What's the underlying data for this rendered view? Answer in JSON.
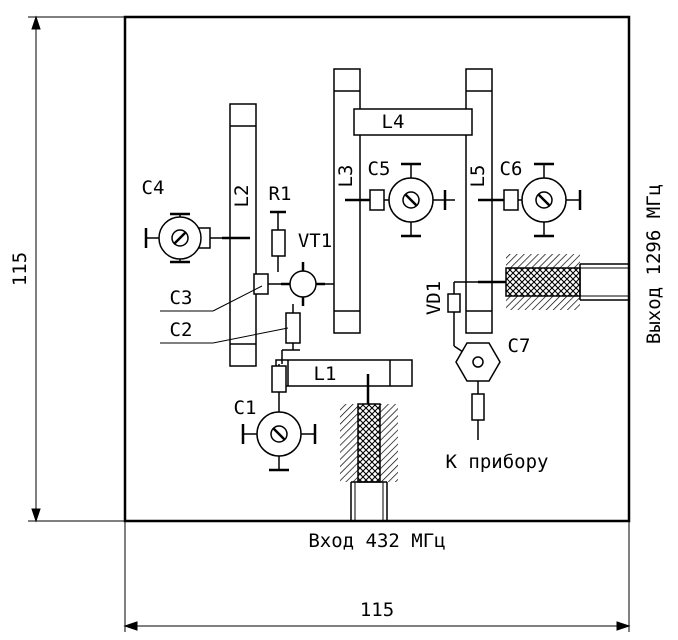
{
  "dimensions": {
    "width_label": "115",
    "height_label": "115"
  },
  "labels": {
    "input": "Вход 432 МГц",
    "output": "Выход 1296 МГц",
    "to_device": "К прибору"
  },
  "components": {
    "c1": "C1",
    "c2": "C2",
    "c3": "C3",
    "c4": "C4",
    "c5": "C5",
    "c6": "C6",
    "c7": "C7",
    "r1": "R1",
    "vt1": "VT1",
    "vd1": "VD1",
    "l1": "L1",
    "l2": "L2",
    "l3": "L3",
    "l4": "L4",
    "l5": "L5"
  }
}
